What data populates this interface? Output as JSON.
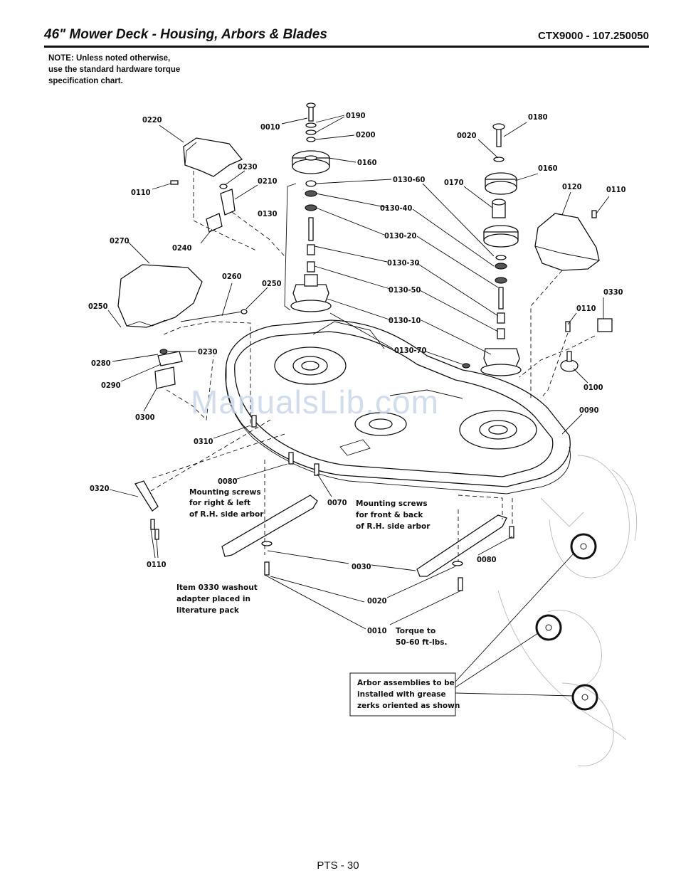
{
  "header": {
    "title": "46\" Mower Deck - Housing, Arbors & Blades",
    "model": "CTX9000 - 107.250050"
  },
  "note": "NOTE: Unless noted otherwise,\nuse the standard hardware torque\nspecification chart.",
  "watermark": "ManualsLib.com",
  "footer": {
    "page": "PTS - 30"
  },
  "labels": {
    "p0010a": "0010",
    "p0190": "0190",
    "p0200": "0200",
    "p0160a": "0160",
    "p0180": "0180",
    "p0020a": "0020",
    "p0160b": "0160",
    "p0170": "0170",
    "p0120": "0120",
    "p0110a": "0110",
    "p0220": "0220",
    "p0230a": "0230",
    "p0210": "0210",
    "p0110b": "0110",
    "p0130": "0130",
    "p0240": "0240",
    "p0130_60": "0130-60",
    "p0130_40": "0130-40",
    "p0130_20": "0130-20",
    "p0130_30": "0130-30",
    "p0130_50": "0130-50",
    "p0130_10": "0130-10",
    "p0130_70": "0130-70",
    "p0270": "0270",
    "p0260": "0260",
    "p0250a": "0250",
    "p0250b": "0250",
    "p0230b": "0230",
    "p0280": "0280",
    "p0290": "0290",
    "p0300": "0300",
    "p0310": "0310",
    "p0330": "0330",
    "p0110c": "0110",
    "p0100": "0100",
    "p0090": "0090",
    "p0320": "0320",
    "p0110d": "0110",
    "p0080a": "0080",
    "p0070": "0070",
    "p0080b": "0080",
    "p0030": "0030",
    "p0020b": "0020",
    "p0010b": "0010"
  },
  "notes": {
    "n0080": [
      "Mounting screws",
      "for right & left",
      "of R.H. side arbor"
    ],
    "n0070": [
      "Mounting screws",
      "for front & back",
      "of R.H. side arbor"
    ],
    "washout": [
      "Item 0330 washout",
      "adapter placed in",
      "literature pack"
    ],
    "torque": [
      "Torque to",
      "50-60 ft-lbs."
    ],
    "arbor": [
      "Arbor assemblies to be",
      "installed with grease",
      "zerks oriented as shown"
    ]
  }
}
